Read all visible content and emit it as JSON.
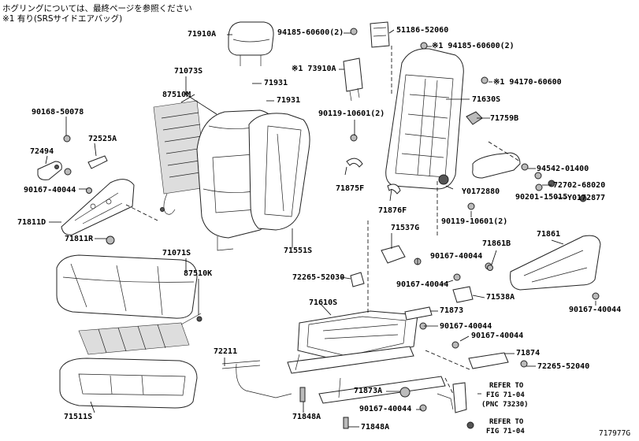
{
  "header": {
    "note_line1": "ホグリングについては、最終ページを参照ください",
    "note_line2": "※1 有り(SRSサイドエアバッグ)"
  },
  "footer": {
    "figure_id": "717977G"
  },
  "labels": [
    {
      "key": "p71910A",
      "text": "71910A"
    },
    {
      "key": "p71073S",
      "text": "71073S"
    },
    {
      "key": "p87510M",
      "text": "87510M"
    },
    {
      "key": "p71931a",
      "text": "71931"
    },
    {
      "key": "p71931b",
      "text": "71931"
    },
    {
      "key": "p90168",
      "text": "90168-50078"
    },
    {
      "key": "p72525A",
      "text": "72525A"
    },
    {
      "key": "p72494",
      "text": "72494"
    },
    {
      "key": "p90167a",
      "text": "90167-40044"
    },
    {
      "key": "p71811D",
      "text": "71811D"
    },
    {
      "key": "p71811R",
      "text": "71811R"
    },
    {
      "key": "p71071S",
      "text": "71071S"
    },
    {
      "key": "p87510K",
      "text": "87510K"
    },
    {
      "key": "p71511S",
      "text": "71511S"
    },
    {
      "key": "p72211",
      "text": "72211"
    },
    {
      "key": "p94185a",
      "text": "94185-60600(2)"
    },
    {
      "key": "p51186",
      "text": "51186-52060"
    },
    {
      "key": "p94185b",
      "text": "※1 94185-60600(2)"
    },
    {
      "key": "p73910A",
      "text": "※1 73910A"
    },
    {
      "key": "p94170",
      "text": "※1 94170-60600"
    },
    {
      "key": "p71630S",
      "text": "71630S"
    },
    {
      "key": "p90119a",
      "text": "90119-10601(2)"
    },
    {
      "key": "p71759B",
      "text": "71759B"
    },
    {
      "key": "p94542",
      "text": "94542-01400"
    },
    {
      "key": "p72702",
      "text": "72702-68020"
    },
    {
      "key": "pY0172880",
      "text": "Y0172880"
    },
    {
      "key": "p90201",
      "text": "90201-15015"
    },
    {
      "key": "pY0172877",
      "text": "Y0172877"
    },
    {
      "key": "p71875F",
      "text": "71875F"
    },
    {
      "key": "p71876F",
      "text": "71876F"
    },
    {
      "key": "p90119b",
      "text": "90119-10601(2)"
    },
    {
      "key": "p71551S",
      "text": "71551S"
    },
    {
      "key": "p71537G",
      "text": "71537G"
    },
    {
      "key": "p71861B",
      "text": "71861B"
    },
    {
      "key": "p71861",
      "text": "71861"
    },
    {
      "key": "p90167b",
      "text": "90167-40044"
    },
    {
      "key": "p72265a",
      "text": "72265-52030"
    },
    {
      "key": "p90167c",
      "text": "90167-40044"
    },
    {
      "key": "p71538A",
      "text": "71538A"
    },
    {
      "key": "p90167d",
      "text": "90167-40044"
    },
    {
      "key": "p71610S",
      "text": "71610S"
    },
    {
      "key": "p71873",
      "text": "71873"
    },
    {
      "key": "p90167e",
      "text": "90167-40044"
    },
    {
      "key": "p90167f",
      "text": "90167-40044"
    },
    {
      "key": "p71874",
      "text": "71874"
    },
    {
      "key": "p72265b",
      "text": "72265-52040"
    },
    {
      "key": "p71873A",
      "text": "71873A"
    },
    {
      "key": "p90167g",
      "text": "90167-40044"
    },
    {
      "key": "p71848Aa",
      "text": "71848A"
    },
    {
      "key": "p71848Ab",
      "text": "71848A"
    }
  ],
  "refs": {
    "ref1_line1": "REFER TO",
    "ref1_line2": "FIG 71-04",
    "ref1_line3": "(PNC 73230)",
    "ref2_line1": "REFER TO",
    "ref2_line2": "FIG 71-04"
  }
}
